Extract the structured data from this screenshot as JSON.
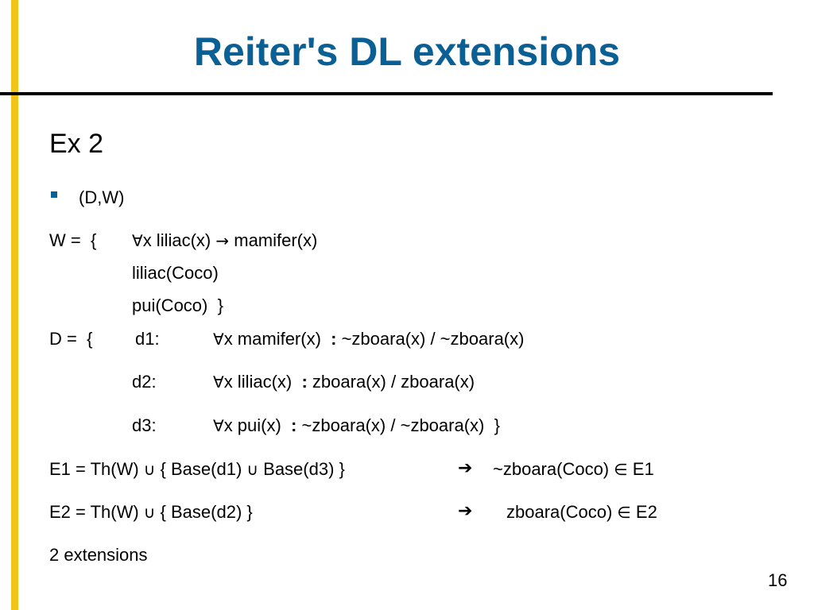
{
  "title": "Reiter's DL extensions",
  "heading": "Ex 2",
  "bullet": "(D,W)",
  "W": {
    "label": "W =  {",
    "line1": {
      "forall": "∀",
      "text": "x liliac(x) ",
      "arrow": "→",
      "rest": " mamifer(x)"
    },
    "line2": "liliac(Coco)",
    "line3": "pui(Coco)  }"
  },
  "D": {
    "label": "D =  {",
    "d1": {
      "name": "d1:",
      "forall": "∀",
      "pre": "x mamifer(x)  ",
      "colon": ":",
      "post": " ~zboara(x) / ~zboara(x)"
    },
    "d2": {
      "name": "d2:",
      "forall": "∀",
      "pre": "x liliac(x)  ",
      "colon": ":",
      "post": " zboara(x) / zboara(x)"
    },
    "d3": {
      "name": "d3:",
      "forall": "∀",
      "pre": "x pui(x)  ",
      "colon": ":",
      "post": " ~zboara(x) / ~zboara(x)  }"
    }
  },
  "E1": {
    "lhs_a": "E1 = Th(W) ",
    "union1": "∪",
    "lhs_b": " { Base(d1) ",
    "union2": "∪",
    "lhs_c": " Base(d3) }",
    "implies": "➔",
    "rhs_a": "~zboara(Coco) ",
    "elem": "∈",
    "rhs_b": " E1"
  },
  "E2": {
    "lhs_a": "E2 = Th(W) ",
    "union1": "∪",
    "lhs_b": " { Base(d2) }",
    "implies": "➔",
    "rhs_a": "zboara(Coco) ",
    "elem": "∈",
    "rhs_b": " E2"
  },
  "conclusion": "2 extensions",
  "page_number": "16",
  "colors": {
    "title": "#0a5f94",
    "accent_bar": "#f0c41b",
    "bullet": "#0a5f94"
  }
}
